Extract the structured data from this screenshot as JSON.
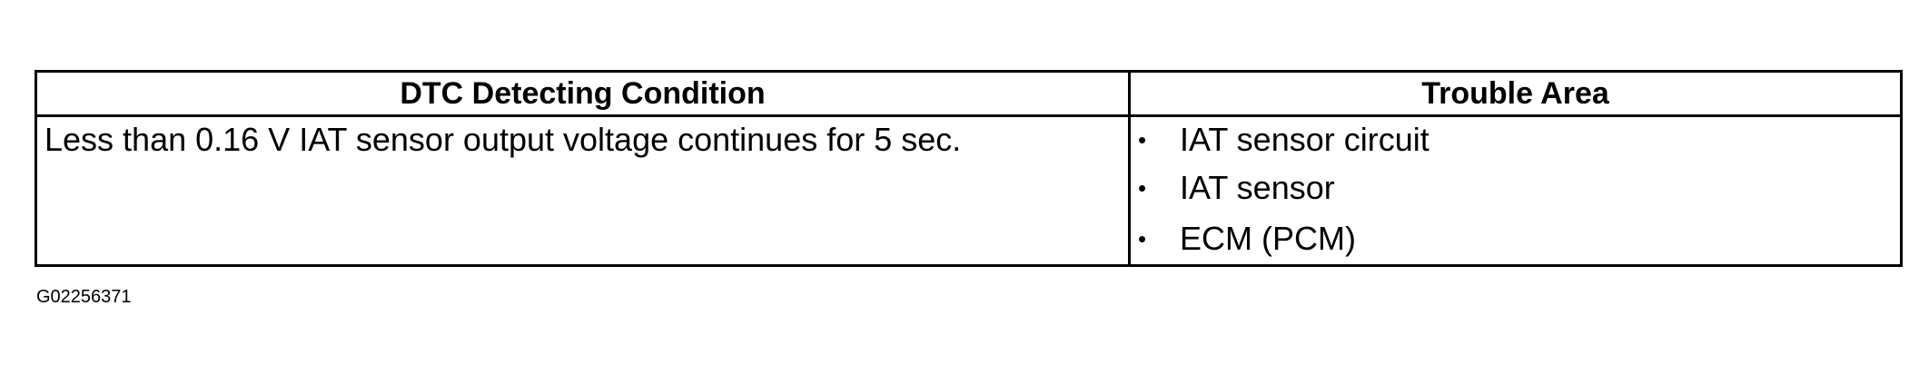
{
  "table": {
    "headers": {
      "condition": "DTC Detecting Condition",
      "area": "Trouble Area"
    },
    "rows": [
      {
        "condition": "Less than 0.16 V IAT sensor output voltage continues for 5 sec.",
        "areas": [
          "IAT sensor circuit",
          "IAT sensor",
          "ECM (PCM)"
        ]
      }
    ],
    "bullet_symbol": "•"
  },
  "figure_id": "G02256371"
}
